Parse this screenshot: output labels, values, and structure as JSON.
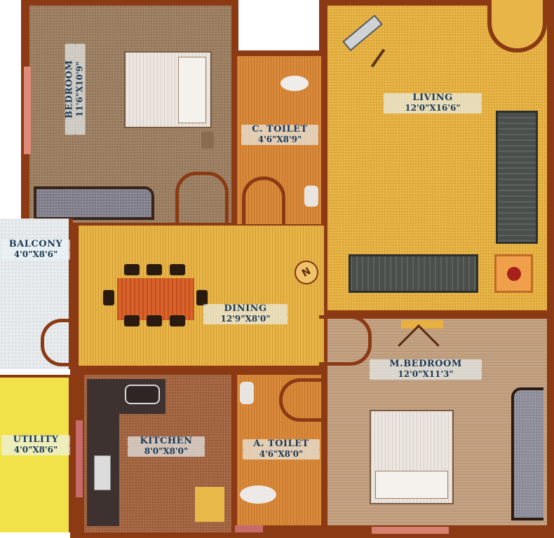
{
  "floor_plan": {
    "rooms": [
      {
        "id": "bedroom",
        "name": "BEDROOM",
        "dimensions": "11'6\"X10'9\""
      },
      {
        "id": "c_toilet",
        "name": "C. TOILET",
        "dimensions": "4'6\"X8'9\""
      },
      {
        "id": "living",
        "name": "LIVING",
        "dimensions": "12'0\"X16'6\""
      },
      {
        "id": "balcony",
        "name": "BALCONY",
        "dimensions": "4'0\"X8'6\""
      },
      {
        "id": "dining",
        "name": "DINING",
        "dimensions": "12'9\"X8'0\""
      },
      {
        "id": "m_bedroom",
        "name": "M.BEDROOM",
        "dimensions": "12'0\"X11'3\""
      },
      {
        "id": "utility",
        "name": "UTILITY",
        "dimensions": "4'0\"X8'6\""
      },
      {
        "id": "kitchen",
        "name": "KITCHEN",
        "dimensions": "8'0\"X8'0\""
      },
      {
        "id": "a_toilet",
        "name": "A. TOILET",
        "dimensions": "4'6\"X8'0\""
      }
    ],
    "compass": {
      "label": "N"
    },
    "colors": {
      "wall": "#8b3a14",
      "label_text": "#1d3a55",
      "bedroom_floor": "#a08468",
      "toilet_floor": "#d98a3a",
      "living_floor": "#e8b648",
      "m_bedroom_floor": "#c4a385",
      "kitchen_floor": "#a86a46",
      "balcony_floor": "#e9ecee",
      "utility_floor": "#f2e24a",
      "sofa": "#4a4f4c"
    }
  }
}
